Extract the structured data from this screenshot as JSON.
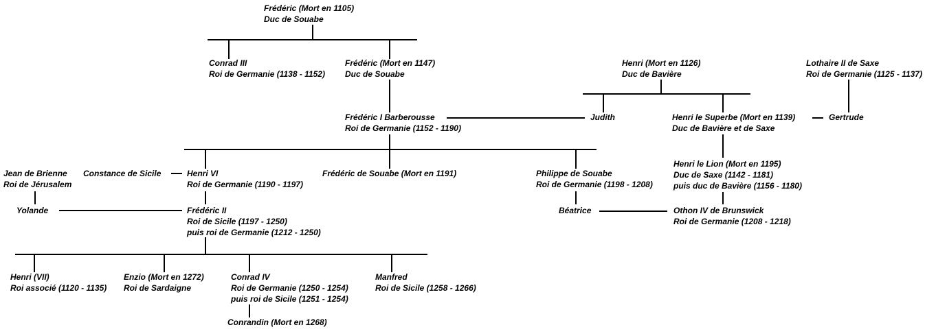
{
  "people": {
    "frederic_1105": [
      "Frédéric (Mort en 1105)",
      "Duc de Souabe"
    ],
    "conrad_iii": [
      "Conrad III",
      "Roi de Germanie (1138 - 1152)"
    ],
    "frederic_1147": [
      "Frédéric (Mort en 1147)",
      "Duc de Souabe"
    ],
    "henri_1126": [
      "Henri (Mort en 1126)",
      "Duc de Bavière"
    ],
    "lothaire": [
      "Lothaire II de Saxe",
      "Roi de Germanie (1125 - 1137)"
    ],
    "barberousse": [
      "Frédéric I Barberousse",
      "Roi de Germanie (1152 - 1190)"
    ],
    "judith": [
      "Judith"
    ],
    "henri_superbe": [
      "Henri le Superbe (Mort en 1139)",
      "Duc de Bavière et de Saxe"
    ],
    "gertrude": [
      "Gertrude"
    ],
    "jean_brienne": [
      "Jean de Brienne",
      "Roi de Jérusalem"
    ],
    "constance": [
      "Constance de Sicile"
    ],
    "henri_vi": [
      "Henri VI",
      "Roi de Germanie (1190 - 1197)"
    ],
    "frederic_souabe_1191": [
      "Frédéric de Souabe (Mort en 1191)"
    ],
    "philippe": [
      "Philippe de Souabe",
      "Roi de Germanie (1198 - 1208)"
    ],
    "henri_lion": [
      "Henri le Lion (Mort en 1195)",
      "Duc de Saxe (1142 - 1181)",
      "puis duc de Bavière (1156 - 1180)"
    ],
    "yolande": [
      "Yolande"
    ],
    "frederic_ii": [
      "Frédéric II",
      "Roi de Sicile (1197 - 1250)",
      "puis roi de Germanie (1212 - 1250)"
    ],
    "beatrice": [
      "Béatrice"
    ],
    "othon": [
      "Othon IV de Brunswick",
      "Roi de Germanie (1208 - 1218)"
    ],
    "henri_vii": [
      "Henri (VII)",
      "Roi associé (1120 - 1135)"
    ],
    "enzio": [
      "Enzio (Mort en 1272)",
      "Roi de Sardaigne"
    ],
    "conrad_iv": [
      "Conrad IV",
      "Roi de Germanie (1250 - 1254)",
      "puis roi de Sicile (1251 - 1254)"
    ],
    "manfred": [
      "Manfred",
      "Roi de Sicile (1258 - 1266)"
    ],
    "conradin": [
      "Conrandin (Mort en 1268)"
    ]
  }
}
